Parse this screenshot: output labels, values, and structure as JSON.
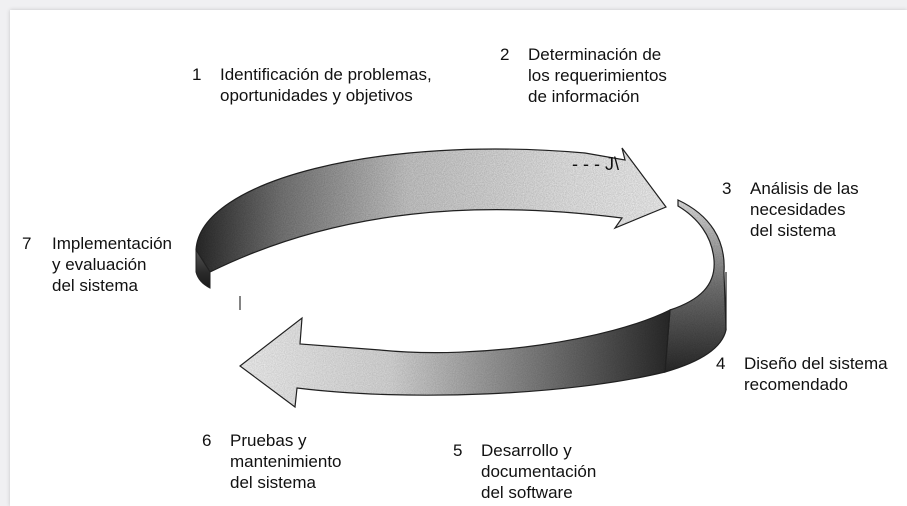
{
  "steps": [
    {
      "number": "1",
      "label": "Identificación de problemas,\noportunidades y objetivos"
    },
    {
      "number": "2",
      "label": "Determinación de\nlos requerimientos\nde información"
    },
    {
      "number": "3",
      "label": "Análisis de las\nnecesidades\ndel sistema"
    },
    {
      "number": "4",
      "label": "Diseño del sistema\nrecomendado"
    },
    {
      "number": "5",
      "label": "Desarrollo y\ndocumentación\ndel software"
    },
    {
      "number": "6",
      "label": "Pruebas y\nmantenimiento\ndel sistema"
    },
    {
      "number": "7",
      "label": "Implementación\ny evaluación\ndel sistema"
    }
  ],
  "scan_artifact_text": "- - - J\\",
  "colors": {
    "ink": "#111111",
    "ring_dark": "#2a2a2a",
    "ring_light": "#f2f2f2"
  }
}
